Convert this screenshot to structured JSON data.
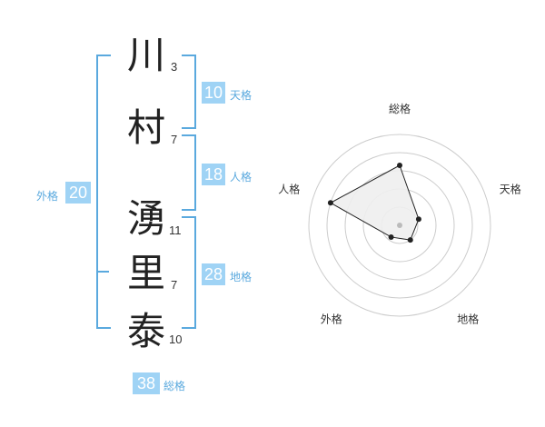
{
  "name": {
    "chars": [
      {
        "char": "川",
        "strokes": "3"
      },
      {
        "char": "村",
        "strokes": "7"
      },
      {
        "char": "湧",
        "strokes": "11"
      },
      {
        "char": "里",
        "strokes": "7"
      },
      {
        "char": "泰",
        "strokes": "10"
      }
    ]
  },
  "kaku": {
    "ten": {
      "value": "10",
      "label": "天格"
    },
    "jin": {
      "value": "18",
      "label": "人格"
    },
    "chi": {
      "value": "28",
      "label": "地格"
    },
    "gai": {
      "value": "20",
      "label": "外格"
    },
    "sou": {
      "value": "38",
      "label": "総格"
    }
  },
  "chart_data": {
    "type": "radar",
    "axes": [
      "総格",
      "天格",
      "地格",
      "外格",
      "人格"
    ],
    "values": [
      3.3,
      1.1,
      1.0,
      0.8,
      4.0
    ],
    "rmax": 5,
    "grid_rings": 5,
    "colors": {
      "fill": "#eeeeee",
      "line": "#222222",
      "grid": "#cccccc",
      "center": "#bbbbbb"
    }
  },
  "colors": {
    "accent": "#9fd3f5",
    "bracket": "#5aa9de"
  }
}
